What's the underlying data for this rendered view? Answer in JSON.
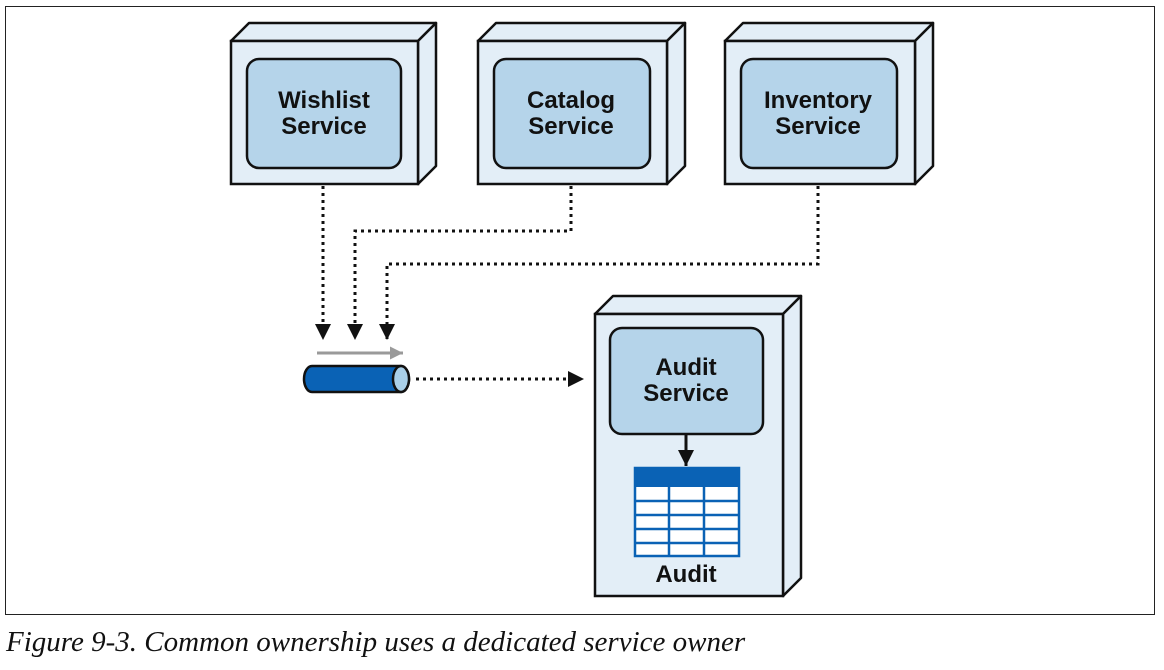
{
  "services": {
    "wishlist": {
      "line1": "Wishlist",
      "line2": "Service"
    },
    "catalog": {
      "line1": "Catalog",
      "line2": "Service"
    },
    "inventory": {
      "line1": "Inventory",
      "line2": "Service"
    },
    "audit": {
      "line1": "Audit",
      "line2": "Service"
    }
  },
  "database": {
    "label": "Audit"
  },
  "caption": "Figure 9-3. Common ownership uses a dedicated service owner",
  "colors": {
    "box_fill": "#e3eef7",
    "inner_fill": "#b5d4ea",
    "outline": "#111111",
    "queue_blue": "#0a62b5",
    "queue_light": "#a9cfe8",
    "flow_arrow_gray": "#9a9a9a",
    "table_blue": "#0a62b5"
  },
  "icons": [
    "message-queue-icon",
    "database-table-icon"
  ]
}
